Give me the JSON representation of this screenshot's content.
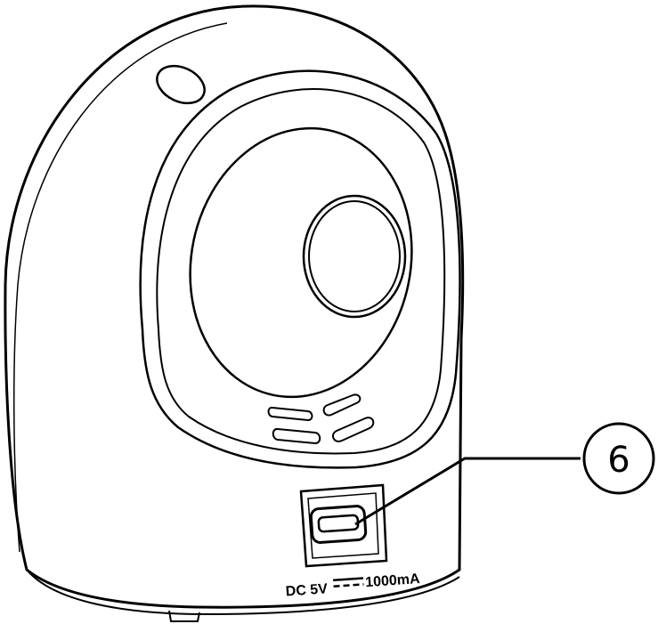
{
  "diagram": {
    "subject": "camera-rear-view",
    "callout": {
      "number": "6"
    },
    "port_label": {
      "dc": "DC 5V",
      "current": "1000mA"
    },
    "colors": {
      "stroke": "#000000",
      "fill": "#ffffff"
    }
  }
}
